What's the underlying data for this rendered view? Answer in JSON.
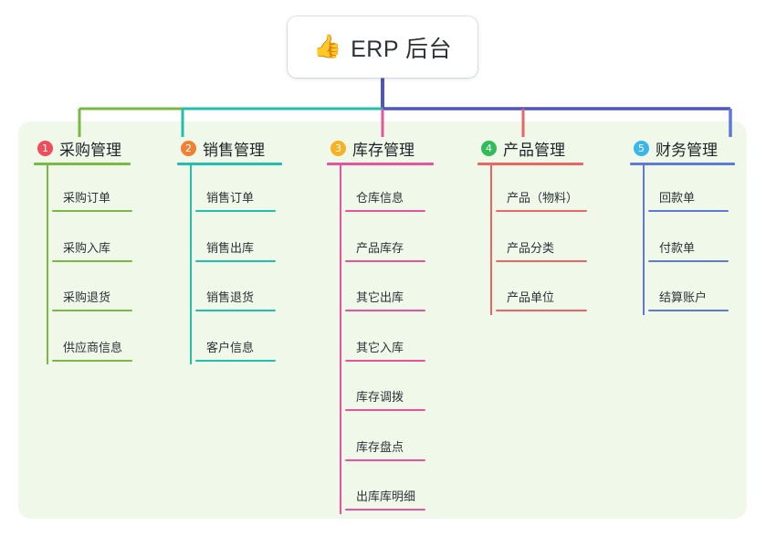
{
  "diagram": {
    "type": "mindmap",
    "title_node": {
      "icon": "thumbs-up-icon",
      "emoji": "👍",
      "label": "ERP 后台"
    },
    "panel_color": "#eff8e9",
    "root_connector_color": "#4b55c4",
    "columns": [
      {
        "number": "1",
        "label": "采购管理",
        "badge_color": "#ef4c5c",
        "line_color": "#78b843",
        "children": [
          "采购订单",
          "采购入库",
          "采购退货",
          "供应商信息"
        ]
      },
      {
        "number": "2",
        "label": "销售管理",
        "badge_color": "#f08033",
        "line_color": "#22bfad",
        "children": [
          "销售订单",
          "销售出库",
          "销售退货",
          "客户信息"
        ]
      },
      {
        "number": "3",
        "label": "库存管理",
        "badge_color": "#f5b223",
        "line_color": "#e8539e",
        "children": [
          "仓库信息",
          "产品库存",
          "其它出库",
          "其它入库",
          "库存调拨",
          "库存盘点",
          "出库库明细"
        ]
      },
      {
        "number": "4",
        "label": "产品管理",
        "badge_color": "#2ebd59",
        "line_color": "#ec6565",
        "children": [
          "产品（物料）",
          "产品分类",
          "产品单位"
        ]
      },
      {
        "number": "5",
        "label": "财务管理",
        "badge_color": "#3ab6e8",
        "line_color": "#5f79d6",
        "children": [
          "回款单",
          "付款单",
          "结算账户"
        ]
      }
    ]
  }
}
